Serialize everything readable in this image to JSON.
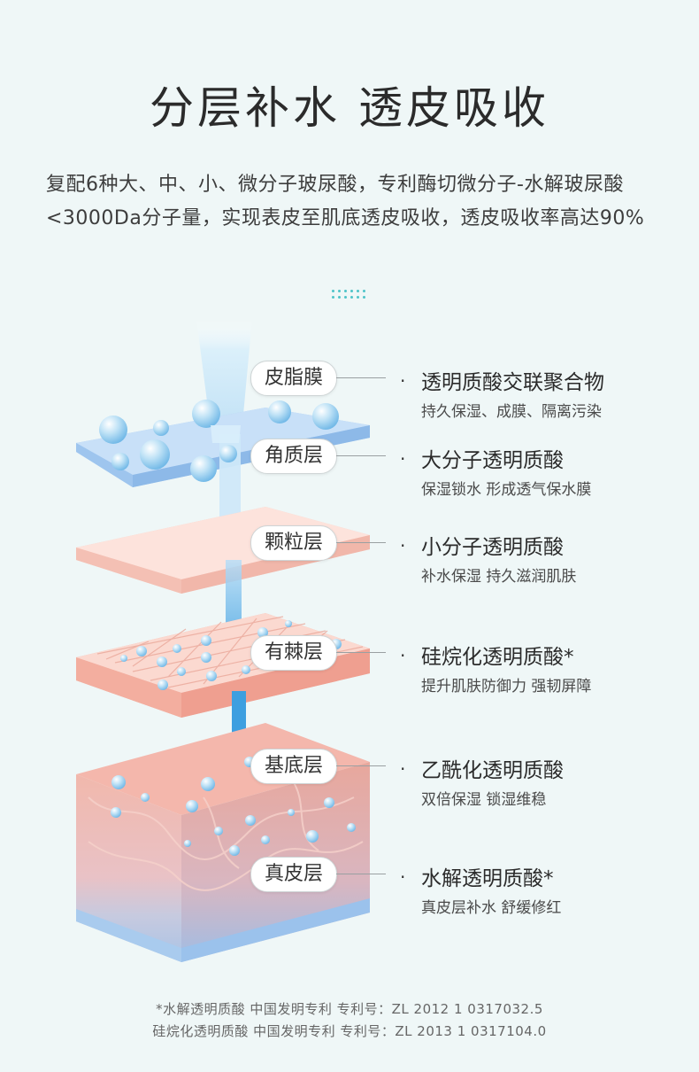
{
  "title": "分层补水 透皮吸收",
  "intro": "复配6种大、中、小、微分子玻尿酸，专利酶切微分子-水解玻尿酸<3000Da分子量，实现表皮至肌底透皮吸收，透皮吸收率高达90%",
  "layers": [
    {
      "label": "皮脂膜",
      "name": "透明质酸交联聚合物",
      "desc": "持久保湿、成膜、隔离污染"
    },
    {
      "label": "角质层",
      "name": "大分子透明质酸",
      "desc": "保湿锁水 形成透气保水膜"
    },
    {
      "label": "颗粒层",
      "name": "小分子透明质酸",
      "desc": "补水保湿 持久滋润肌肤"
    },
    {
      "label": "有棘层",
      "name": "硅烷化透明质酸*",
      "desc": "提升肌肤防御力 强韧屏障"
    },
    {
      "label": "基底层",
      "name": "乙酰化透明质酸",
      "desc": "双倍保湿 锁湿维稳"
    },
    {
      "label": "真皮层",
      "name": "水解透明质酸*",
      "desc": "真皮层补水 舒缓修红"
    }
  ],
  "footnotes": [
    "*水解透明质酸 中国发明专利 专利号：ZL 2012 1 0317032.5",
    "硅烷化透明质酸 中国发明专利 专利号：ZL 2013 1 0317104.0"
  ],
  "colors": {
    "background": "#eff7f7",
    "accent_blue": "#3d9fe0",
    "skin_pink": "#f6c3b8",
    "film_blue": "#a9cdf2"
  },
  "icons": [
    "droplet-bubble-icon",
    "penetration-arrow-icon"
  ]
}
